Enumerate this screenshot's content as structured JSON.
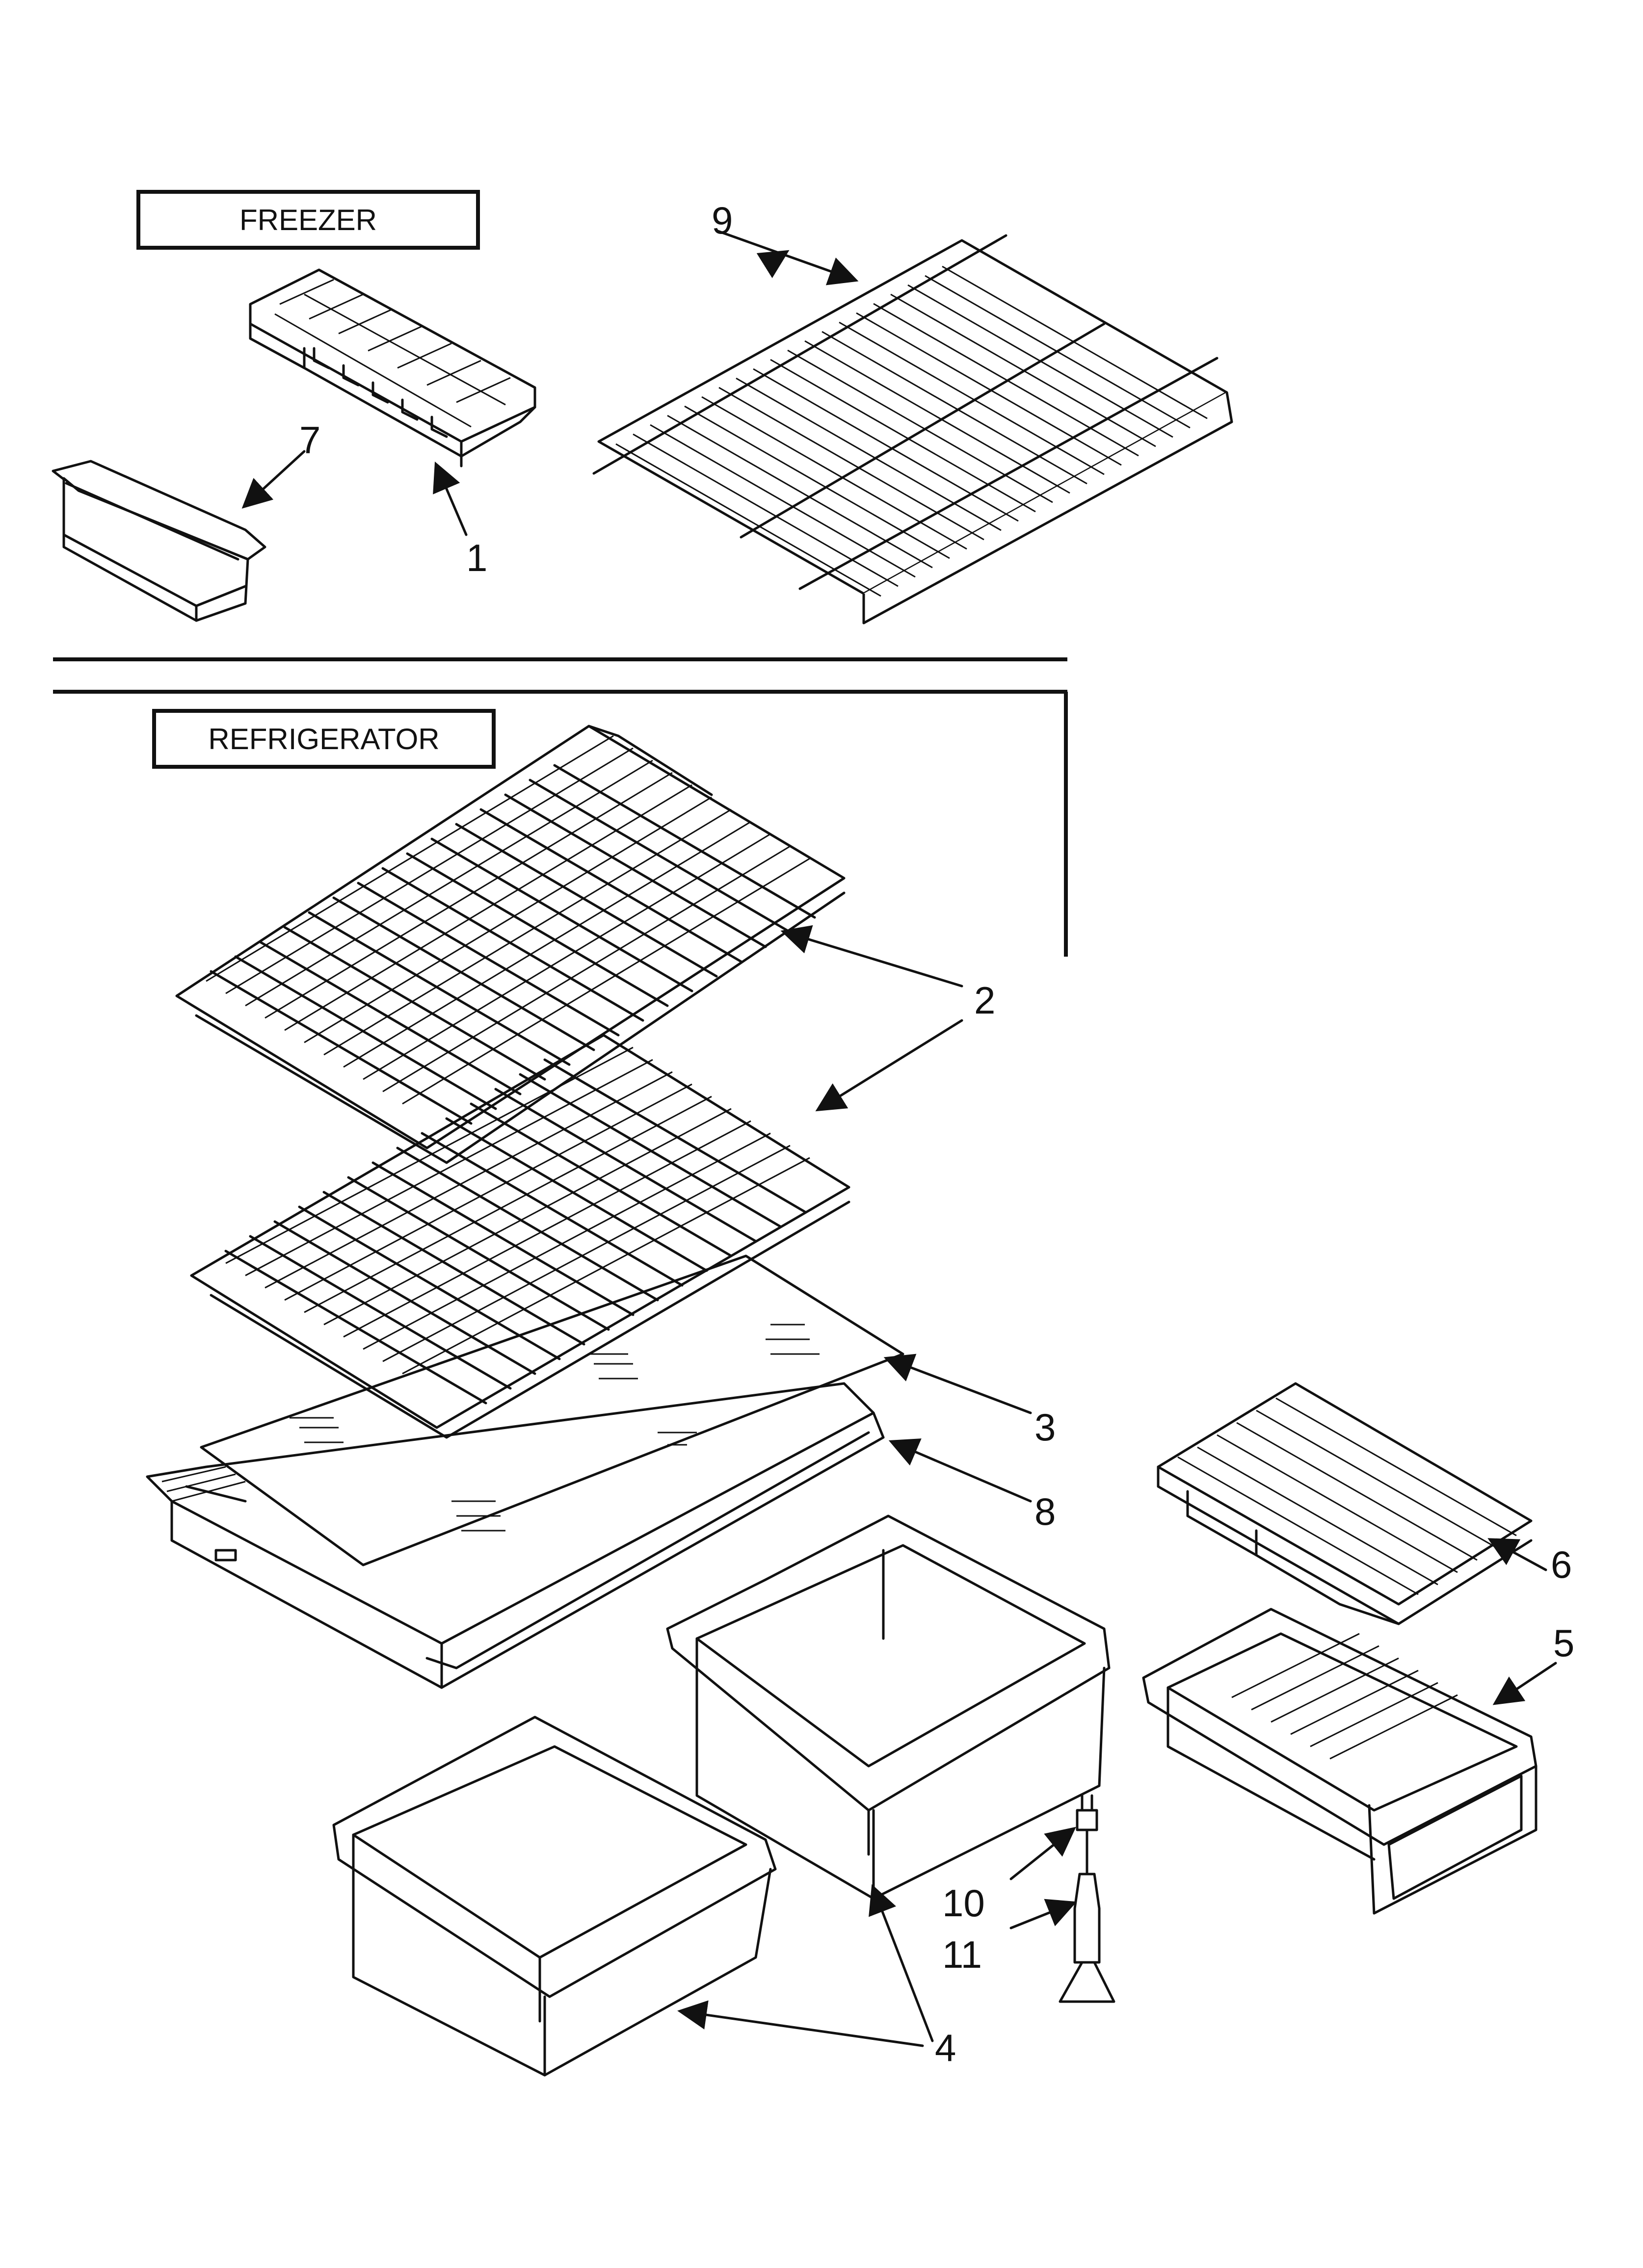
{
  "sections": {
    "freezer_label": "FREEZER",
    "refrigerator_label": "REFRIGERATOR"
  },
  "callouts": {
    "c1": "1",
    "c2": "2",
    "c3": "3",
    "c4": "4",
    "c5": "5",
    "c6": "6",
    "c7": "7",
    "c8": "8",
    "c9": "9",
    "c10": "10",
    "c11": "11"
  }
}
